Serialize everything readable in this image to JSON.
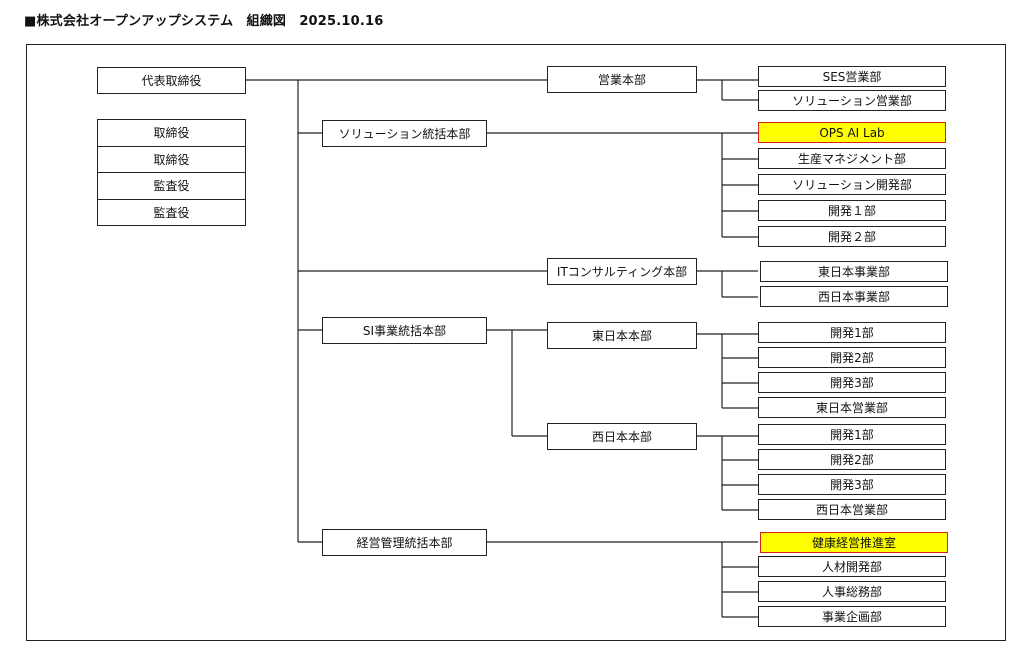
{
  "title": "■株式会社オープンアップシステム　組織図　2025.10.16",
  "ceo": "代表取締役",
  "board": [
    "取締役",
    "取締役",
    "監査役",
    "監査役"
  ],
  "divisions": {
    "sales_hq": "営業本部",
    "solution_hq": "ソリューション統括本部",
    "it_consulting_hq": "ITコンサルティング本部",
    "si_hq": "SI事業統括本部",
    "east_japan_hq": "東日本本部",
    "west_japan_hq": "西日本本部",
    "management_hq": "経営管理統括本部"
  },
  "departments": {
    "sales": [
      "SES営業部",
      "ソリューション営業部"
    ],
    "solution": [
      "OPS AI Lab",
      "生産マネジメント部",
      "ソリューション開発部",
      "開発１部",
      "開発２部"
    ],
    "it_consulting": [
      "東日本事業部",
      "西日本事業部"
    ],
    "east_japan": [
      "開発1部",
      "開発2部",
      "開発3部",
      "東日本営業部"
    ],
    "west_japan": [
      "開発1部",
      "開発2部",
      "開発3部",
      "西日本営業部"
    ],
    "management": [
      "健康経営推進室",
      "人材開発部",
      "人事総務部",
      "事業企画部"
    ]
  },
  "colors": {
    "highlight_fill": "#ffff00",
    "highlight_border": "#d42020",
    "line": "#222222"
  }
}
